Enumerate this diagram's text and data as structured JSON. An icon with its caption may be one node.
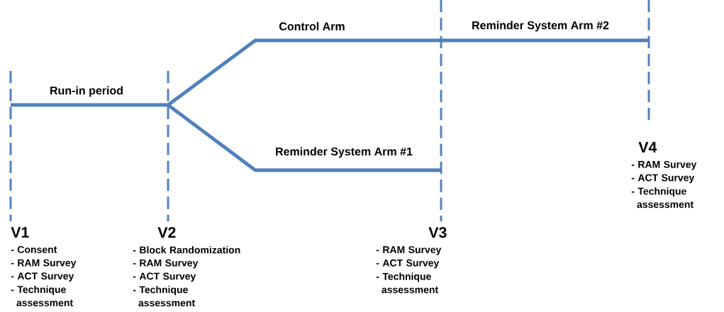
{
  "diagram": {
    "nodes": [
      {
        "text": [
          "V1",
          "- Consent",
          "- RAM Survey",
          "- ACT Survey",
          "- Technique assessment"
        ]
      },
      {
        "text": [
          "V2",
          "- Block Randomization",
          "- RAM Survey",
          "- ACT Survey",
          "- Technique assessment"
        ]
      },
      {
        "text": [
          "V3",
          "- RAM Survey",
          "- ACT Survey",
          "- Technique assessment"
        ]
      },
      {
        "text": [
          "V4",
          "- RAM Survey",
          "- ACT Survey",
          "- Technique assessment"
        ]
      }
    ],
    "edges": [
      {
        "from": 0,
        "to": 1,
        "arrow": "none",
        "label": "Run-in period"
      },
      {
        "from": 1,
        "to": 2,
        "arrow": "none",
        "label": "Control Arm"
      },
      {
        "from": 1,
        "to": 2,
        "arrow": "none",
        "label": "Reminder System Arm #1"
      },
      {
        "from": 2,
        "to": 3,
        "arrow": "none",
        "label": "Reminder System Arm #2"
      }
    ]
  }
}
